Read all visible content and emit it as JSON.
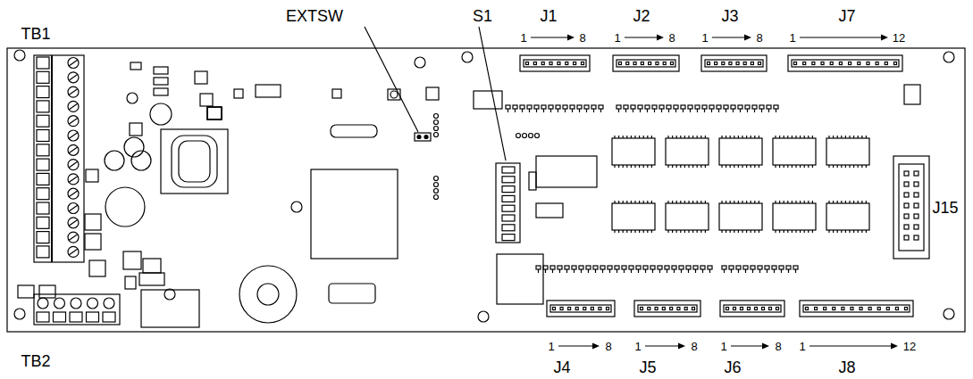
{
  "diagram": {
    "labels": [
      "TB1",
      "EXTSW",
      "S1",
      "J1",
      "J2",
      "J3",
      "J7",
      "1",
      "8",
      "1",
      "8",
      "1",
      "8",
      "1",
      "12",
      "J15",
      "1",
      "8",
      "1",
      "8",
      "1",
      "8",
      "1",
      "12",
      "J4",
      "J5",
      "J6",
      "J8",
      "TB2"
    ]
  }
}
